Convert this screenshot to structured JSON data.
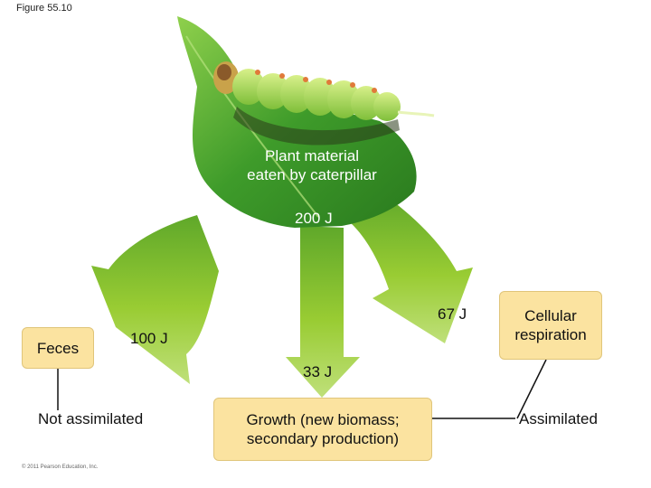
{
  "figure_label": "Figure 55.10",
  "copyright": "© 2011 Pearson Education, Inc.",
  "source_label": "Plant material\neaten by caterpillar",
  "flows": {
    "total": "200 J",
    "respiration": "67 J",
    "feces": "100 J",
    "growth": "33 J"
  },
  "boxes": {
    "feces": "Feces",
    "respiration": "Cellular\nrespiration",
    "growth": "Growth (new biomass;\nsecondary production)"
  },
  "categories": {
    "not_assimilated": "Not assimilated",
    "assimilated": "Assimilated"
  },
  "colors": {
    "arrow_fill": "#99cc33",
    "leaf_dark": "#2f8a22",
    "box_fill": "#fbe3a0"
  }
}
